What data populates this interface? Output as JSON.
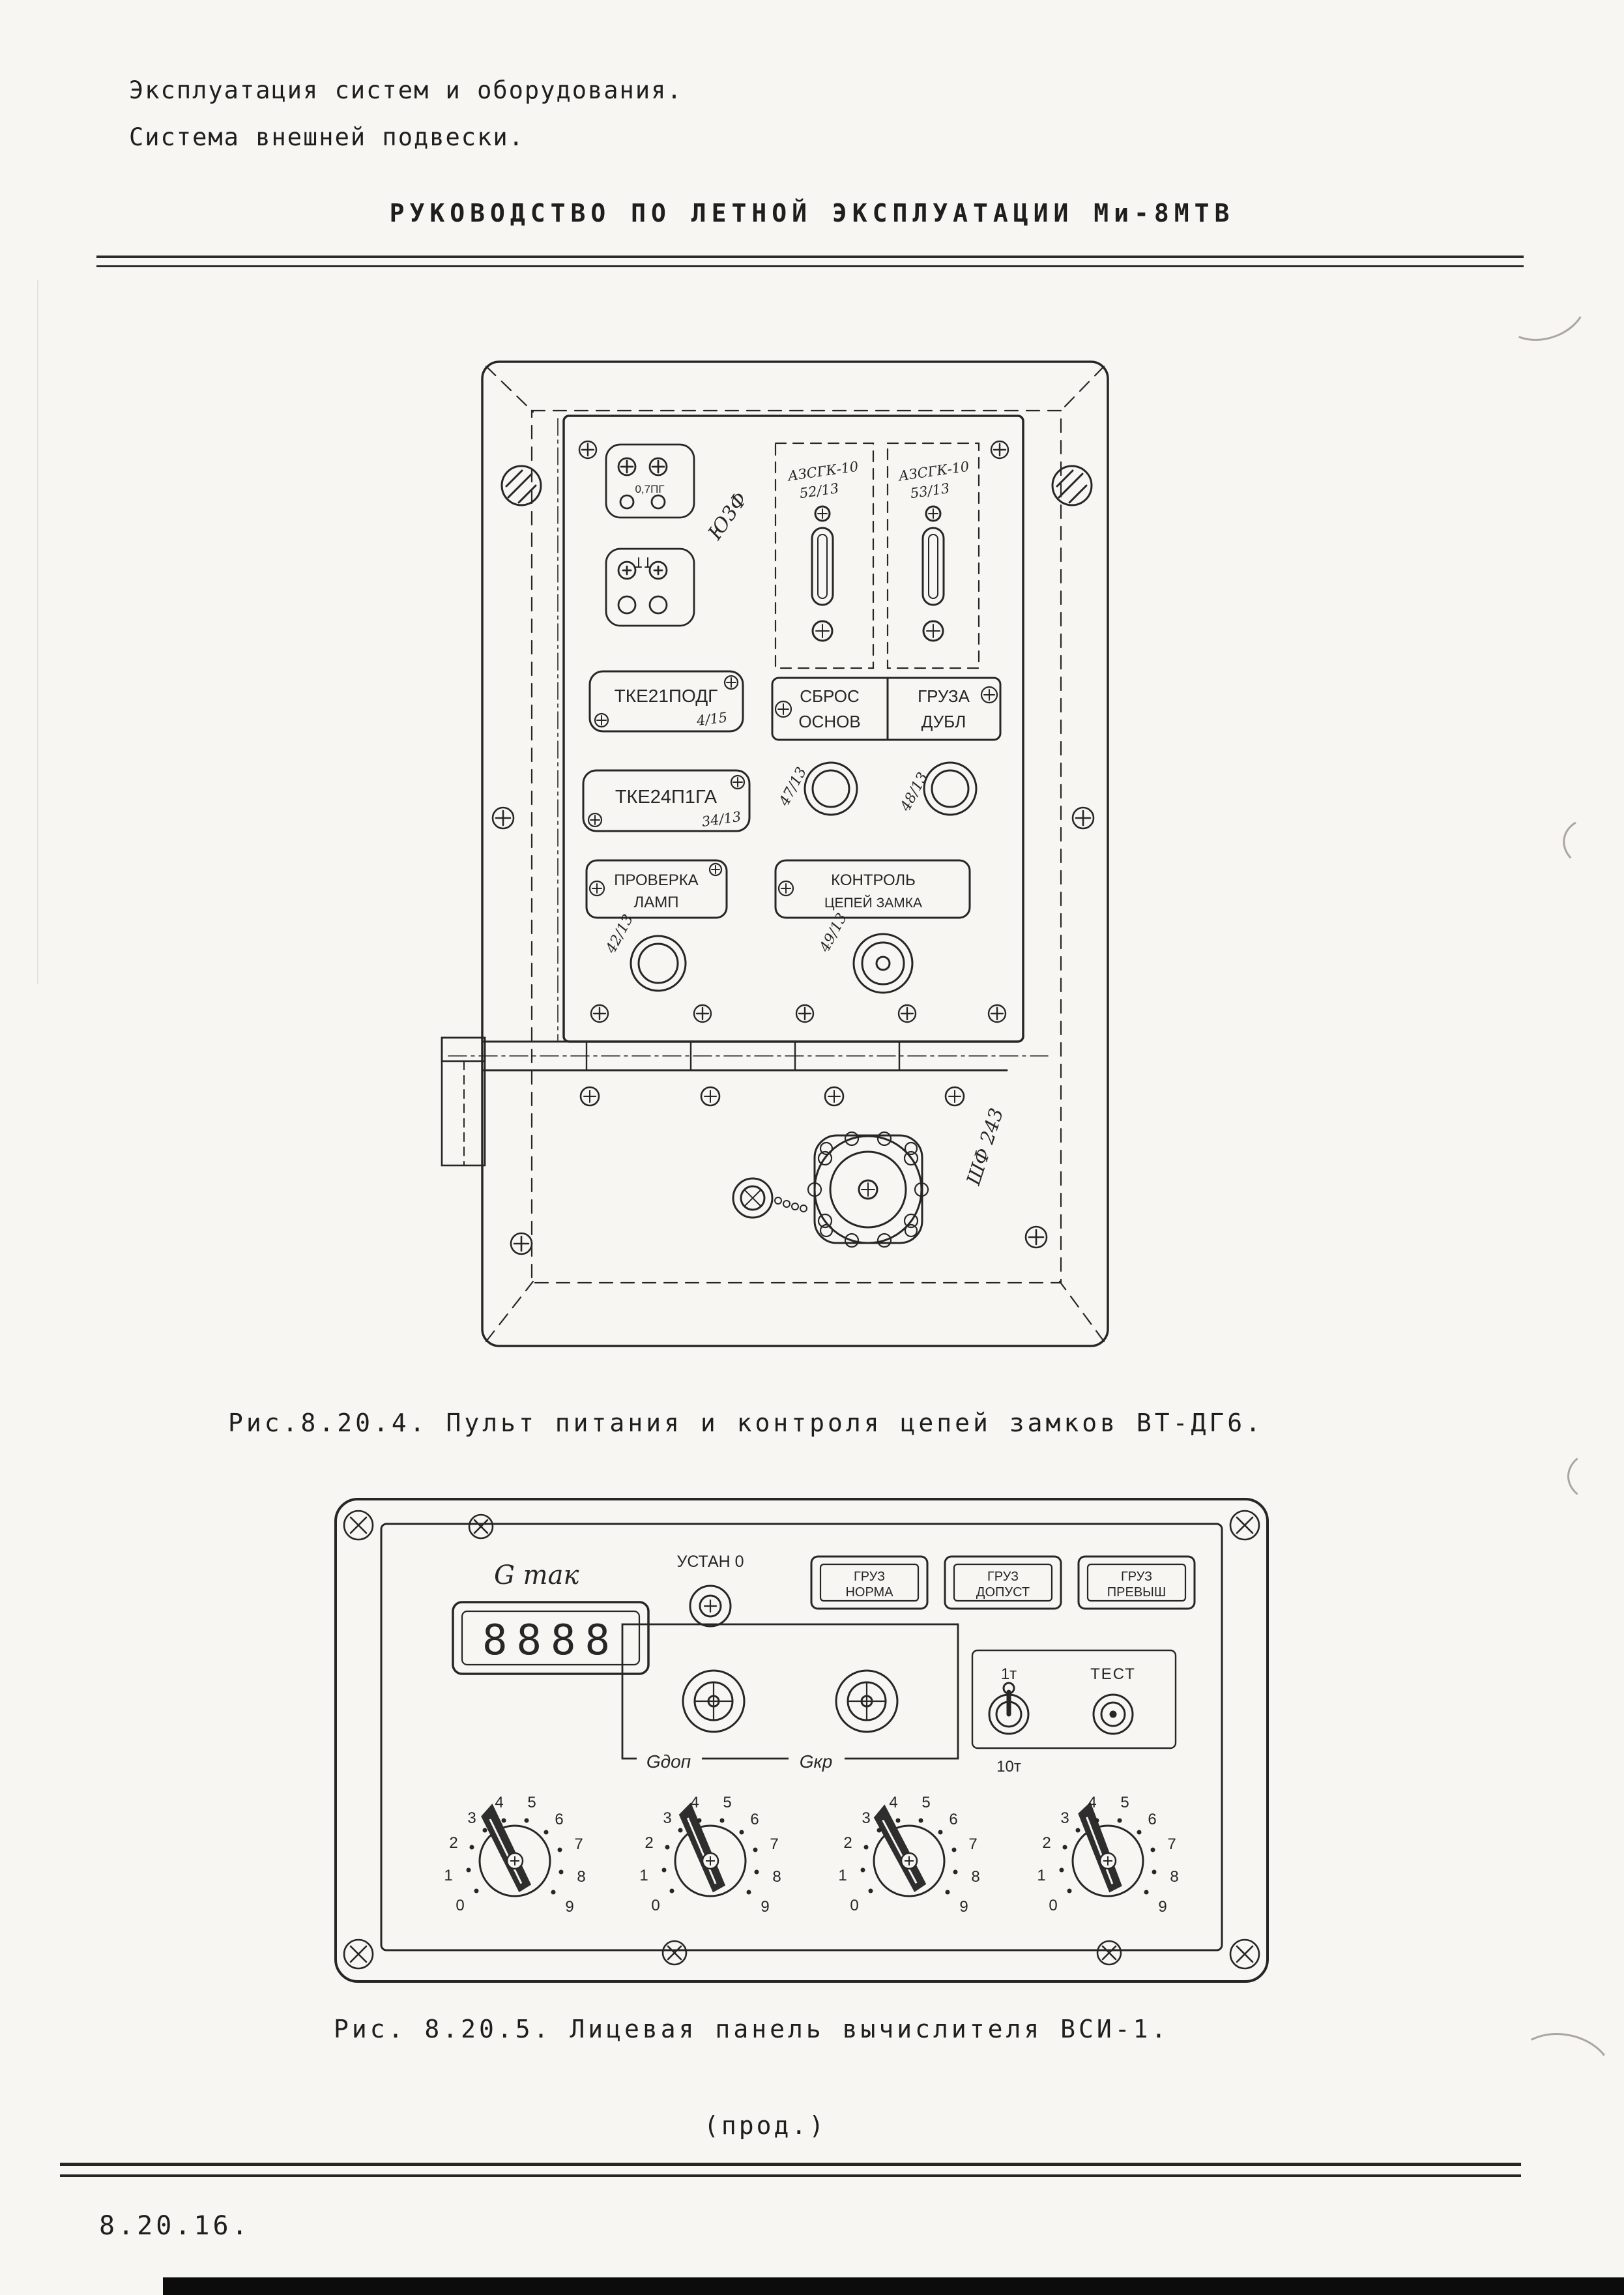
{
  "header": {
    "line1": "Эксплуатация систем и оборудования.",
    "line2": "Система внешней подвески.",
    "title": "РУКОВОДСТВО ПО ЛЕТНОЙ ЭКСПЛУАТАЦИИ Ми-8МТВ"
  },
  "figures": {
    "fig1_caption": "Рис.8.20.4. Пульт питания и контроля цепей замков ВТ-ДГ6.",
    "fig2_caption": "Рис. 8.20.5. Лицевая панель вычислителя ВСИ-1."
  },
  "footer": {
    "continued": "(прод.)",
    "page_number": "8.20.16."
  },
  "panel1": {
    "connector_block_label": "0,7ПГ",
    "note_yu3f": "Ю3Ф",
    "toggle1_label": "АЗСГК-10",
    "toggle1_num": "52/13",
    "toggle2_label": "АЗСГК-10",
    "toggle2_num": "53/13",
    "plate_tke21": "ТКЕ21ПОДГ",
    "plate_tke21_num": "4/15",
    "plate_tke24": "ТКЕ24П1ГА",
    "plate_tke24_num": "34/13",
    "reset_plate": {
      "top_left": "СБРОС",
      "bottom_left": "ОСНОВ",
      "top_right": "ГРУЗА",
      "bottom_right": "ДУБЛ"
    },
    "btn1_num": "47/13",
    "btn2_num": "48/13",
    "lamp_plate_line1": "ПРОВЕРКА",
    "lamp_plate_line2": "ЛАМП",
    "lamp_btn_num": "42/13",
    "lock_plate_line1": "КОНТРОЛЬ",
    "lock_plate_line2": "ЦЕПЕЙ ЗАМКА",
    "lock_btn_num": "49/13",
    "connector_note": "ШФ 243"
  },
  "panel2": {
    "weight_label": "G так",
    "display_value": "8888",
    "zero_set_label": "УСТАН 0",
    "indicators": [
      {
        "line1": "ГРУЗ",
        "line2": "НОРМА"
      },
      {
        "line1": "ГРУЗ",
        "line2": "ДОПУСТ"
      },
      {
        "line1": "ГРУЗ",
        "line2": "ПРЕВЫШ"
      }
    ],
    "knob1_label": "Gдоп",
    "knob2_label": "Gкр",
    "range_switch_top": "1т",
    "range_switch_bottom": "10т",
    "test_label": "ТЕСТ",
    "dial_numbers": [
      "0",
      "1",
      "2",
      "3",
      "4",
      "5",
      "6",
      "7",
      "8",
      "9"
    ]
  }
}
